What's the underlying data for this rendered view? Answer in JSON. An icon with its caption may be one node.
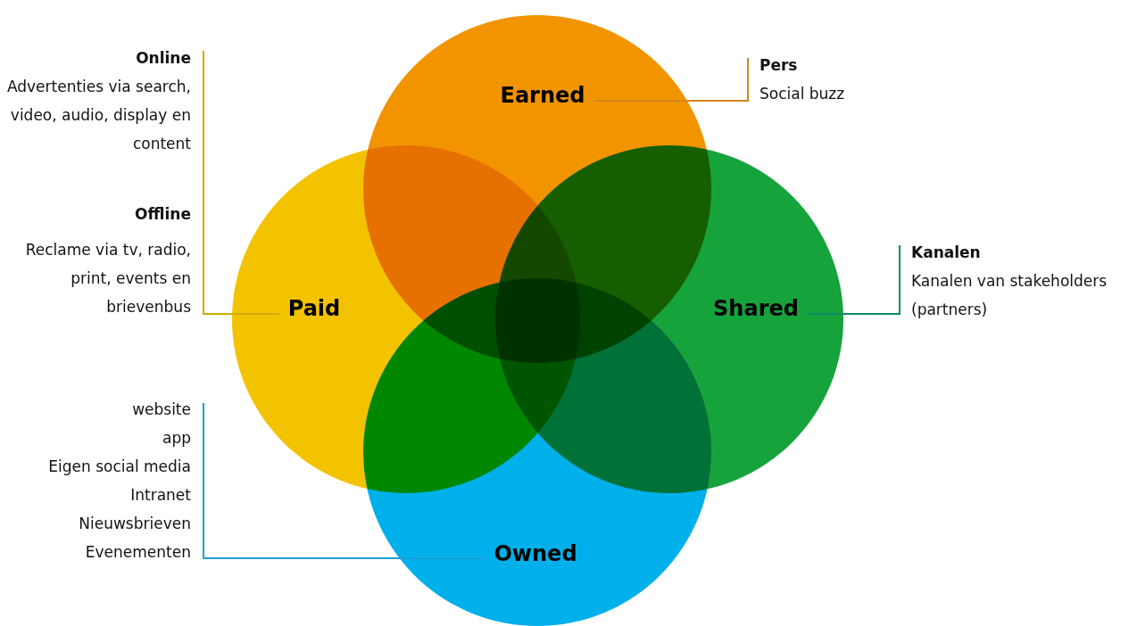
{
  "diagram": {
    "nodes": [
      {
        "text": [
          "Earned"
        ]
      },
      {
        "text": [
          "Paid"
        ]
      },
      {
        "text": [
          "Shared"
        ]
      },
      {
        "text": [
          "Owned"
        ]
      },
      {
        "text": [
          "Online",
          "Advertenties via search, video, audio, display en content",
          "Offline",
          "Reclame via tv, radio, print, events en brievenbus"
        ]
      },
      {
        "text": [
          "Pers",
          "Social buzz"
        ]
      },
      {
        "text": [
          "Kanalen",
          "Kanalen van stakeholders (partners)"
        ]
      },
      {
        "text": [
          "website",
          "app",
          "Eigen social media",
          "Intranet",
          "Nieuwsbrieven",
          "Evenementen"
        ]
      }
    ],
    "edges": [
      {
        "from": 4,
        "to": 1,
        "arrow": "none",
        "color": "#d4a900"
      },
      {
        "from": 5,
        "to": 0,
        "arrow": "none",
        "color": "#d4861a"
      },
      {
        "from": 6,
        "to": 2,
        "arrow": "none",
        "color": "#0d8a6a"
      },
      {
        "from": 7,
        "to": 3,
        "arrow": "none",
        "color": "#1a9fd6"
      }
    ]
  }
}
